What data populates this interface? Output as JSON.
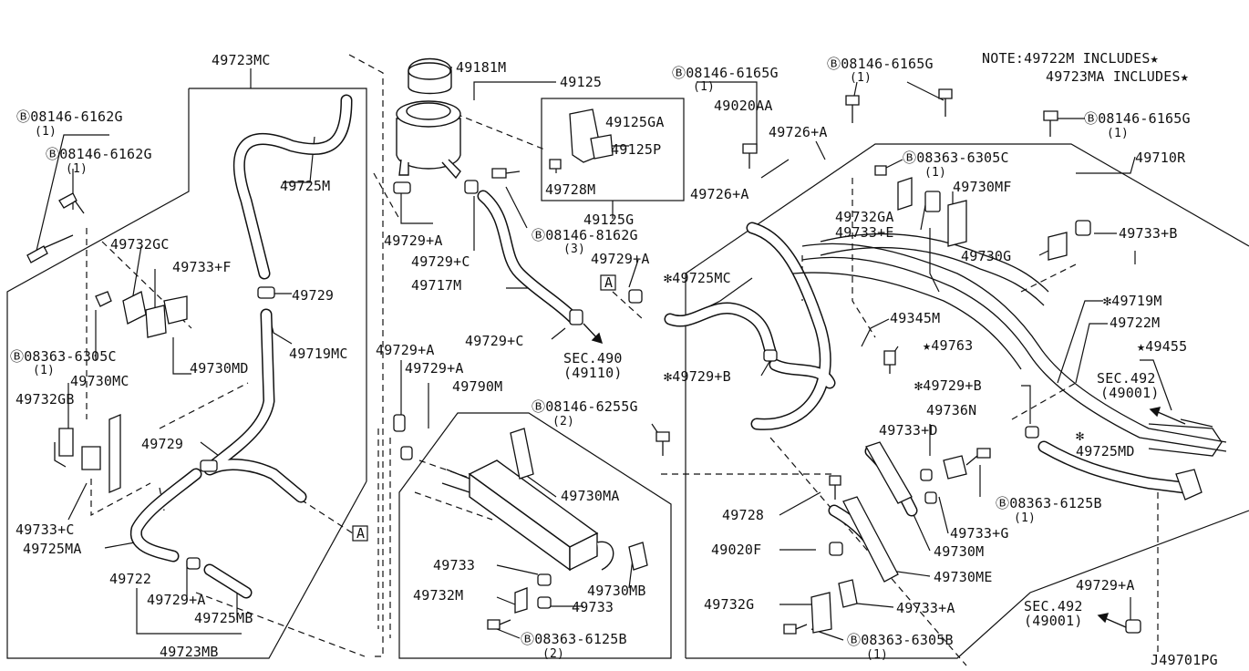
{
  "diagram": {
    "drawing_number": "J49701PG",
    "note": {
      "line1": "NOTE:49722M  INCLUDES★",
      "line2": "49723MA  INCLUDES★"
    },
    "labels": {
      "p49723MC": "49723MC",
      "b6162a": "Ⓑ08146-6162G",
      "b6162a_q": "(1)",
      "b6162b": "Ⓑ08146-6162G",
      "b6162b_q": "(1)",
      "p49725M": "49725M",
      "p49732GC": "49732GC",
      "p49733F": "49733+F",
      "p49729a": "49729",
      "p49719MC": "49719MC",
      "b6305Ca": "Ⓑ08363-6305C",
      "b6305Ca_q": "(1)",
      "p49730MC": "49730MC",
      "p49730MD": "49730MD",
      "p49732GB": "49732GB",
      "p49729b": "49729",
      "p49733C": "49733+C",
      "p49725MA": "49725MA",
      "p49722": "49722",
      "p49729A1": "49729+A",
      "p49725MB": "49725MB",
      "p49723MB": "49723MB",
      "p49181M": "49181M",
      "p49125": "49125",
      "p49125GA": "49125GA",
      "p49125P": "49125P",
      "p49728M": "49728M",
      "p49125G": "49125G",
      "b8162": "Ⓑ08146-8162G",
      "b8162_q": "(3)",
      "p49729A2": "49729+A",
      "p49729C1": "49729+C",
      "p49717M": "49717M",
      "p49729A3": "49729+A",
      "p49729C2": "49729+C",
      "sec490": "SEC.490",
      "sec490b": "(49110)",
      "p49729A4": "49729+A",
      "p49729A5": "49729+A",
      "p49790M": "49790M",
      "b6255": "Ⓑ08146-6255G",
      "b6255_q": "(2)",
      "p49730MA": "49730MA",
      "p49733a": "49733",
      "p49732M": "49732M",
      "p49733b": "49733",
      "p49730MB": "49730MB",
      "b6125Ba": "Ⓑ08363-6125B",
      "b6125Ba_q": "(2)",
      "b6165a": "Ⓑ08146-6165G",
      "b6165a_q": "(1)",
      "b6165b": "Ⓑ08146-6165G",
      "b6165b_q": "(1)",
      "b6165c": "Ⓑ08146-6165G",
      "b6165c_q": "(1)",
      "p49020AA": "49020AA",
      "p49726A1": "49726+A",
      "p49726A2": "49726+A",
      "b6305Cb": "Ⓑ08363-6305C",
      "b6305Cb_q": "(1)",
      "p49710R": "49710R",
      "p49730MF": "49730MF",
      "p49732GA": "49732GA",
      "p49733E": "49733+E",
      "p49733B": "49733+B",
      "p49730G": "49730G",
      "p49725MC": "✻49725MC",
      "p49719M": "✻49719M",
      "p49722M": "49722M",
      "p49345M": "49345M",
      "p49763": "★49763",
      "p49455": "★49455",
      "p49729B1": "✻49729+B",
      "sec492a": "SEC.492",
      "sec492a_b": "(49001)",
      "p49729B2": "✻49729+B",
      "p49736N": "49736N",
      "p49733D": "49733+D",
      "p49725MD_star": "✻",
      "p49725MD": "49725MD",
      "b6125Bb": "Ⓑ08363-6125B",
      "b6125Bb_q": "(1)",
      "p49728": "49728",
      "p49733G": "49733+G",
      "p49020F": "49020F",
      "p49730M": "49730M",
      "p49730ME": "49730ME",
      "p49732G": "49732G",
      "p49733A": "49733+A",
      "b6305B": "Ⓑ08363-6305B",
      "b6305B_q": "(1)",
      "p49729A6": "49729+A",
      "sec492b": "SEC.492",
      "sec492b_b": "(49001)",
      "refA1": "A",
      "refA2": "A"
    }
  }
}
